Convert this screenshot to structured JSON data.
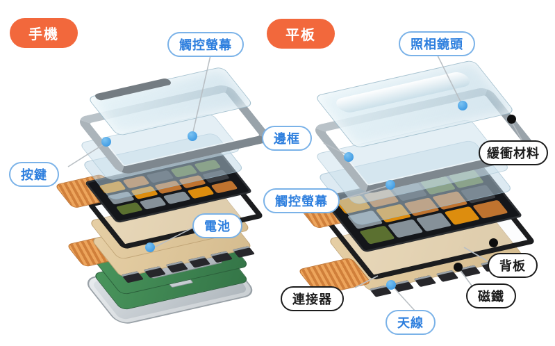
{
  "badges": {
    "phone": "手機",
    "tablet": "平板"
  },
  "labels": {
    "phone_touchscreen": "觸控螢幕",
    "buttons": "按鍵",
    "battery": "電池",
    "camera": "照相鏡頭",
    "bezel": "邊框",
    "cushion": "緩衝材料",
    "tablet_touchscreen": "觸控螢幕",
    "back_plate": "背板",
    "magnet": "磁鐵",
    "connector": "連接器",
    "antenna": "天線"
  },
  "colors": {
    "badge_orange": "#F2683C",
    "label_blue_text": "#2E7FDE",
    "label_blue_border": "#7AB2E8",
    "label_black": "#1B1B1B",
    "anchor_dot_blue": "#2E8FDE",
    "anchor_dot_black": "#0E0E0E",
    "flex_cable_orange": "#D07F3A",
    "board_tan": "#DCC399",
    "pcb_green": "#3D8650",
    "metal_gray": "#99A3AA"
  },
  "display_icons": {
    "palette": [
      "#E8940E",
      "#B5990F",
      "#5F7532",
      "#9AA5AD",
      "#C87830",
      "#4C6B2F",
      "#8C98A0",
      "#D9A321",
      "#3C3F44",
      "#E8940E"
    ],
    "phone": {
      "rows": 3,
      "cols": 5
    },
    "tablet": {
      "rows": 3,
      "cols": 5
    }
  }
}
